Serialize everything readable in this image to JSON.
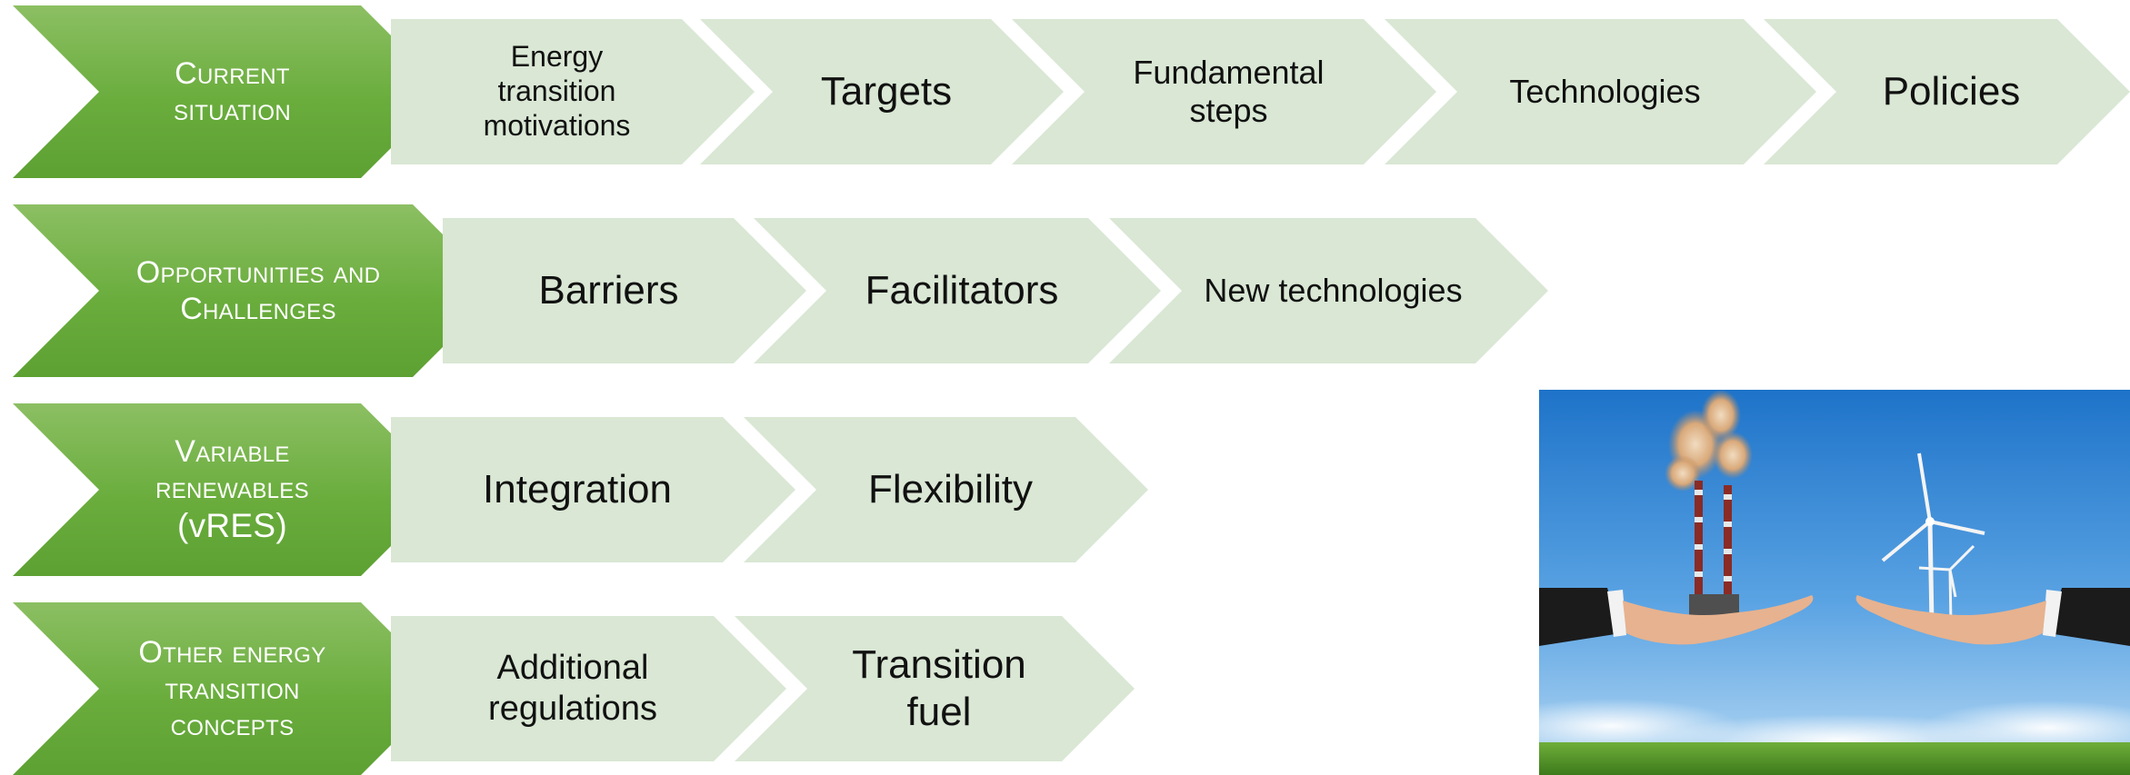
{
  "rows": [
    {
      "head": {
        "line1": "Current",
        "line2": "situation",
        "line3": ""
      },
      "steps": [
        "Energy transition motivations",
        "Targets",
        "Fundamental steps",
        "Technologies",
        "Policies"
      ]
    },
    {
      "head": {
        "line1": "Opportunities and",
        "line2": "Challenges",
        "line3": ""
      },
      "steps": [
        "Barriers",
        "Facilitators",
        "New technologies"
      ]
    },
    {
      "head": {
        "line1": "Variable",
        "line2": "renewables",
        "line3": "(vRES)"
      },
      "steps": [
        "Integration",
        "Flexibility"
      ]
    },
    {
      "head": {
        "line1": "Other energy",
        "line2": "transition",
        "line3": "concepts"
      },
      "steps": [
        "Additional regulations",
        "Transition fuel"
      ]
    }
  ],
  "colors": {
    "head_green": "#6aad3d",
    "step_green": "#d9e7d4"
  },
  "image": {
    "subject": "hands holding smokestacks and wind turbines",
    "icon": "energy-transition-photo"
  }
}
